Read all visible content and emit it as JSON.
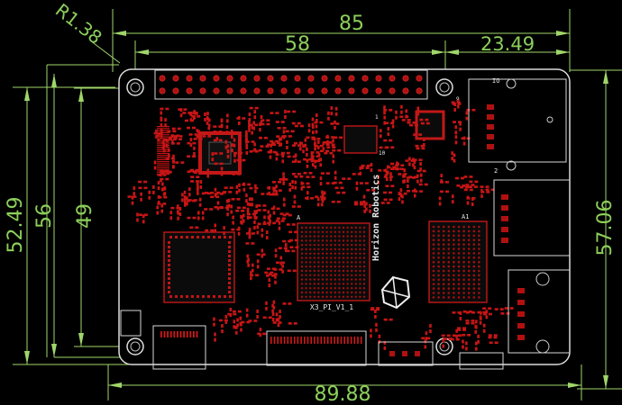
{
  "dimensions": {
    "top_total": "85",
    "top_mid": "58",
    "top_right": "23.49",
    "radius": "R1.38",
    "left_outer": "52.49",
    "left_mid": "56",
    "left_inner": "49",
    "right": "57.06",
    "bottom": "89.88"
  },
  "silkscreen": {
    "board_name": "X3_PI_V1_1",
    "logo_text": "Horizon Robotics",
    "io_label": "IO",
    "label_1": "1",
    "label_2": "2",
    "label_9": "9",
    "label_10": "10",
    "label_A": "A",
    "label_A1": "A1"
  },
  "colors": {
    "background": "#000000",
    "dimension_line": "#8ccf5a",
    "pad": "#d01818",
    "outline": "#d8d8d8",
    "silkscreen_text": "#e8e8e8"
  }
}
